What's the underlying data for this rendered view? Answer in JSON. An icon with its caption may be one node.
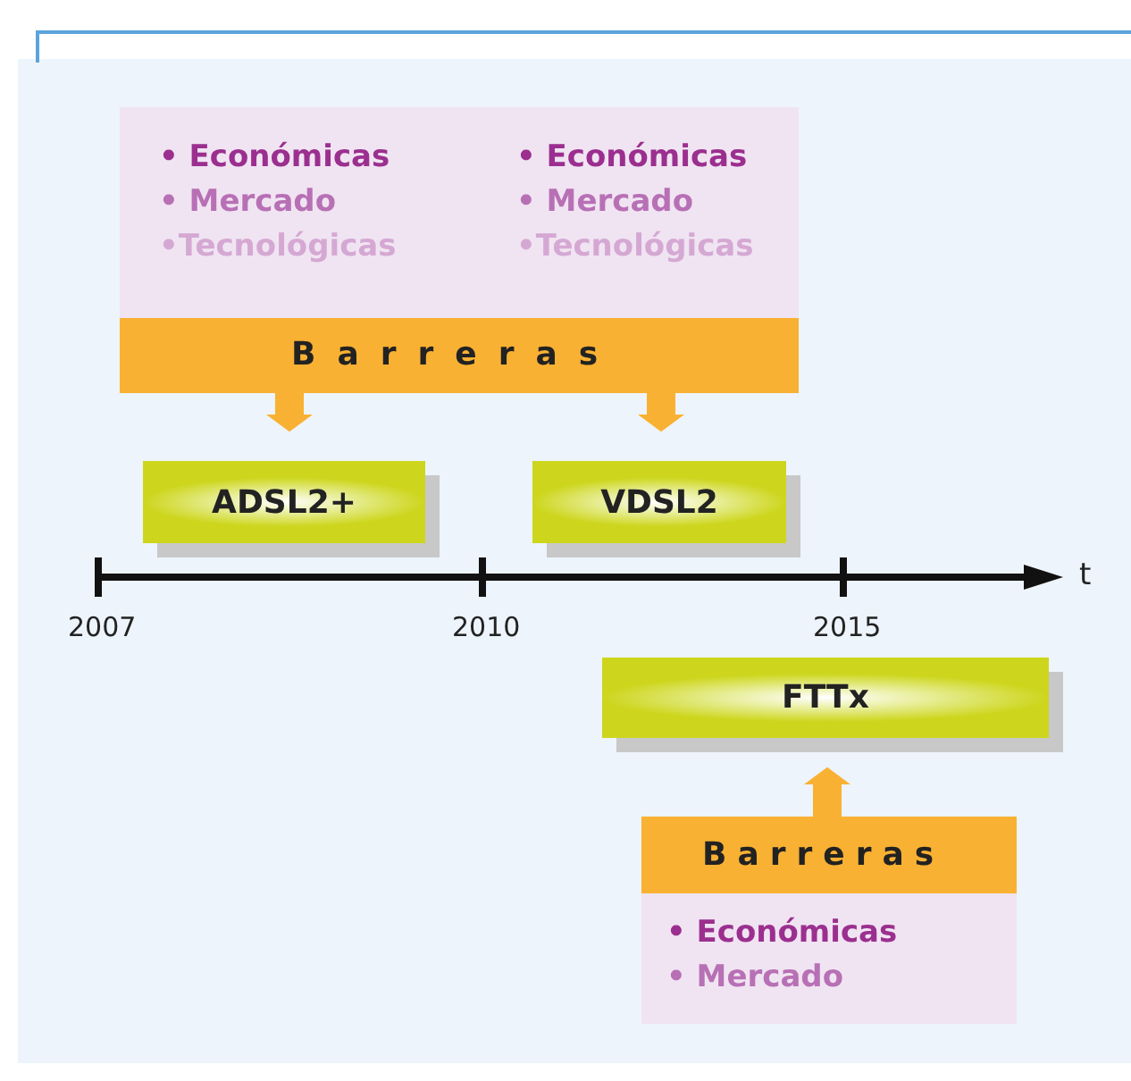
{
  "diagram": {
    "nodes": [
      {
        "text": [
          "• Económicas",
          "• Mercado",
          "•Tecnológicas",
          "• Económicas",
          "• Mercado",
          "•Tecnológicas",
          "Barreras"
        ]
      },
      {
        "text": [
          "ADSL2+"
        ]
      },
      {
        "text": [
          "VDSL2"
        ]
      },
      {
        "text": [
          "FTTx"
        ]
      },
      {
        "text": [
          "Barreras",
          "• Económicas",
          "• Mercado"
        ]
      }
    ],
    "edges": [
      {
        "from": 0,
        "to": 1,
        "arrow": "to"
      },
      {
        "from": 0,
        "to": 2,
        "arrow": "to"
      },
      {
        "from": 4,
        "to": 3,
        "arrow": "to"
      }
    ],
    "labels": [
      "t",
      "2007",
      "2010",
      "2015"
    ]
  }
}
